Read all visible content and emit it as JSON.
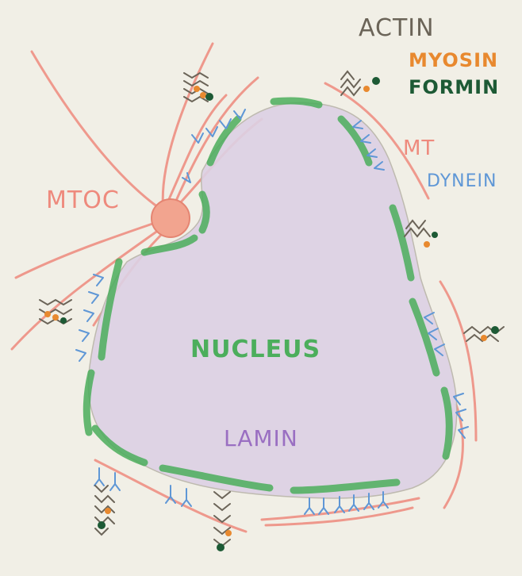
{
  "labels": {
    "actin": "ACTIN",
    "myosin": "MYOSIN",
    "formin": "FORMIN",
    "mt": "MT",
    "dynein": "DYNEIN",
    "mtoc": "MTOC",
    "nucleus": "NUCLEUS",
    "lamin": "LAMIN"
  },
  "colors": {
    "actin": "#6b6458",
    "myosin": "#e8892f",
    "formin": "#1d5a35",
    "mt": "#ee8a7d",
    "dynein": "#5f97d6",
    "mtoc": "#f2a48f",
    "nucleus": "#4cae5c",
    "lamin": "#9a6fc2",
    "nuclear_fill": "#ddd1e4"
  }
}
